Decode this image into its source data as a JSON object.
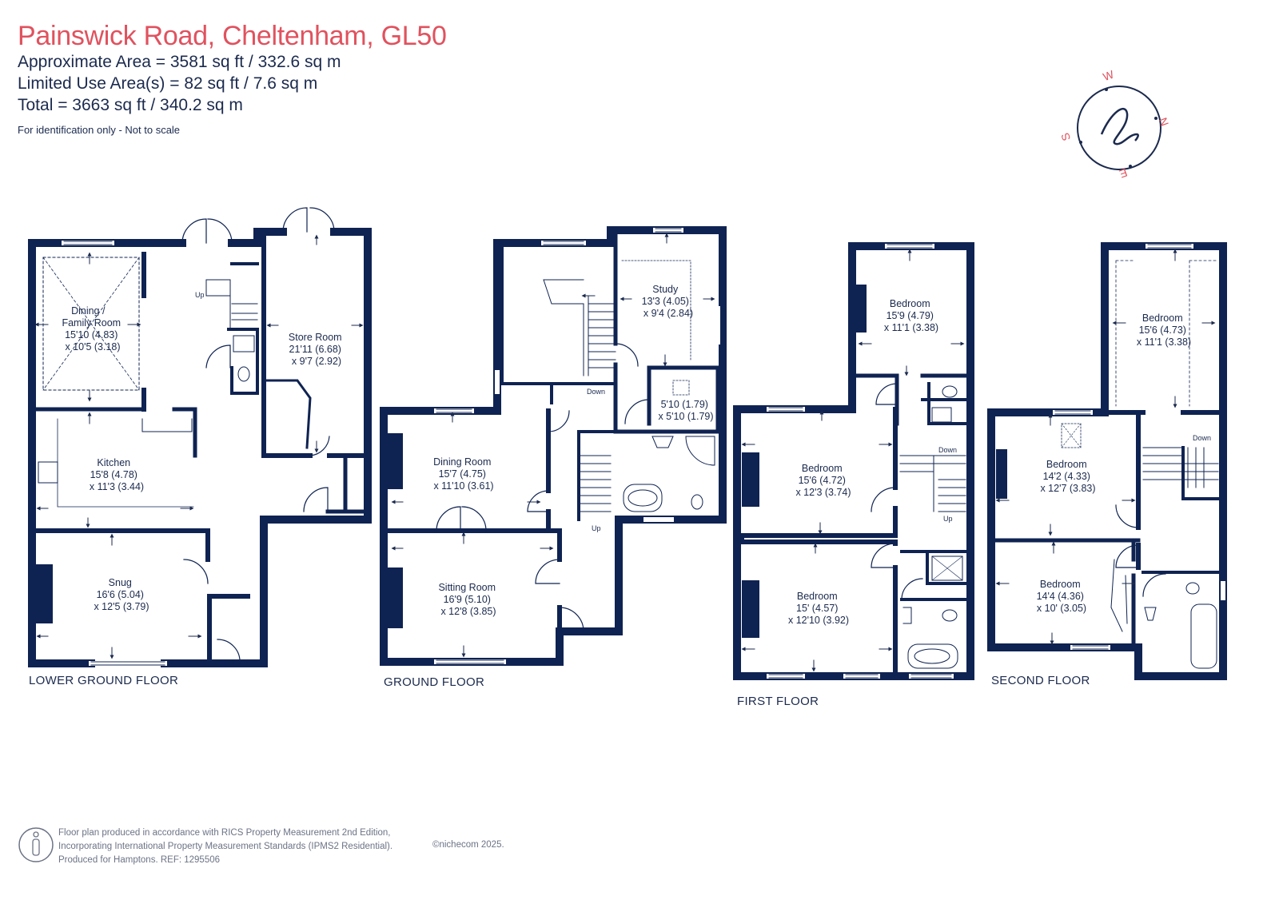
{
  "header": {
    "title": "Painswick Road, Cheltenham, GL50",
    "approx_area": "Approximate Area = 3581 sq ft / 332.6 sq m",
    "limited_use": "Limited Use Area(s) = 82 sq ft / 7.6 sq m",
    "total": "Total = 3663 sq ft / 340.2 sq m",
    "note": "For identification only - Not to scale"
  },
  "compass": {
    "n": "N",
    "e": "E",
    "s": "S",
    "w": "W"
  },
  "floors": {
    "lower_ground": "LOWER GROUND FLOOR",
    "ground": "GROUND FLOOR",
    "first": "FIRST FLOOR",
    "second": "SECOND FLOOR"
  },
  "rooms": {
    "dining_family": [
      "Dining /",
      "Family Room",
      "15'10 (4.83)",
      "x 10'5 (3.18)"
    ],
    "kitchen": [
      "Kitchen",
      "15'8 (4.78)",
      "x 11'3 (3.44)"
    ],
    "snug": [
      "Snug",
      "16'6 (5.04)",
      "x 12'5 (3.79)"
    ],
    "store_room": [
      "Store Room",
      "21'11 (6.68)",
      "x 9'7 (2.92)"
    ],
    "study": [
      "Study",
      "13'3 (4.05)",
      "x 9'4 (2.84)"
    ],
    "gf_small": [
      "5'10 (1.79)",
      "x 5'10 (1.79)"
    ],
    "dining_room": [
      "Dining Room",
      "15'7 (4.75)",
      "x 11'10 (3.61)"
    ],
    "sitting_room": [
      "Sitting Room",
      "16'9 (5.10)",
      "x 12'8 (3.85)"
    ],
    "ff_bed1": [
      "Bedroom",
      "15'9 (4.79)",
      "x 11'1 (3.38)"
    ],
    "ff_bed2": [
      "Bedroom",
      "15'6 (4.72)",
      "x 12'3 (3.74)"
    ],
    "ff_bed3": [
      "Bedroom",
      "15' (4.57)",
      "x 12'10 (3.92)"
    ],
    "sf_bed1": [
      "Bedroom",
      "15'6 (4.73)",
      "x 11'1 (3.38)"
    ],
    "sf_bed2": [
      "Bedroom",
      "14'2 (4.33)",
      "x 12'7 (3.83)"
    ],
    "sf_bed3": [
      "Bedroom",
      "14'4 (4.36)",
      "x 10' (3.05)"
    ]
  },
  "stairs": {
    "up": "Up",
    "down": "Down"
  },
  "footer": {
    "line1": "Floor plan produced in accordance with RICS Property Measurement 2nd Edition,",
    "line2": "Incorporating International Property Measurement Standards (IPMS2 Residential).",
    "line3": "Produced for Hamptons.   REF:  1295506",
    "copyright": "©nichecom 2025."
  },
  "colors": {
    "wall": "#0f2352",
    "accent": "#e0525e"
  }
}
